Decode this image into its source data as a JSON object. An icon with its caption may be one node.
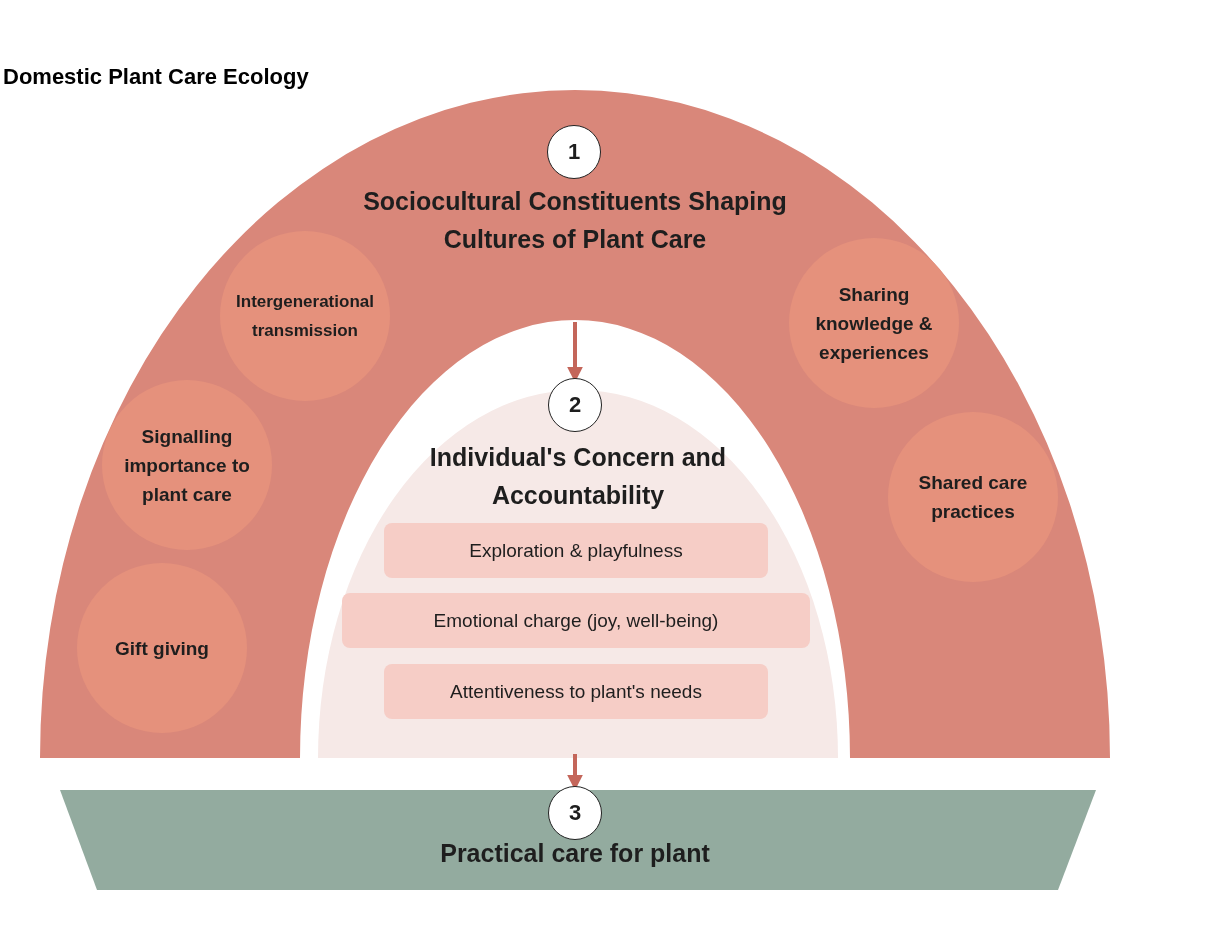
{
  "diagram": {
    "title": "Domestic Plant Care Ecology",
    "nodes": [
      {
        "text": [
          "Sociocultural Constituents Shaping Cultures of Plant Care"
        ]
      },
      {
        "text": [
          "1"
        ],
        "in": 0
      },
      {
        "text": [
          "Intergenerational transmission"
        ],
        "in": 0
      },
      {
        "text": [
          "Signalling importance to plant care"
        ],
        "in": 0
      },
      {
        "text": [
          "Gift giving"
        ],
        "in": 0
      },
      {
        "text": [
          "Sharing knowledge & experiences"
        ],
        "in": 0
      },
      {
        "text": [
          "Shared care practices"
        ],
        "in": 0
      },
      {
        "text": [
          "Individual's Concern and Accountability"
        ]
      },
      {
        "text": [
          "2"
        ],
        "in": 7
      },
      {
        "text": [
          "Exploration & playfulness"
        ],
        "in": 7
      },
      {
        "text": [
          "Emotional charge (joy, well-being)"
        ],
        "in": 7
      },
      {
        "text": [
          "Attentiveness to plant's needs"
        ],
        "in": 7
      },
      {
        "text": [
          "Practical care for plant"
        ]
      },
      {
        "text": [
          "3"
        ],
        "in": 12
      }
    ],
    "edges": [
      {
        "from": 0,
        "to": 8,
        "arrow": "to"
      },
      {
        "from": 7,
        "to": 13,
        "arrow": "to"
      }
    ]
  }
}
